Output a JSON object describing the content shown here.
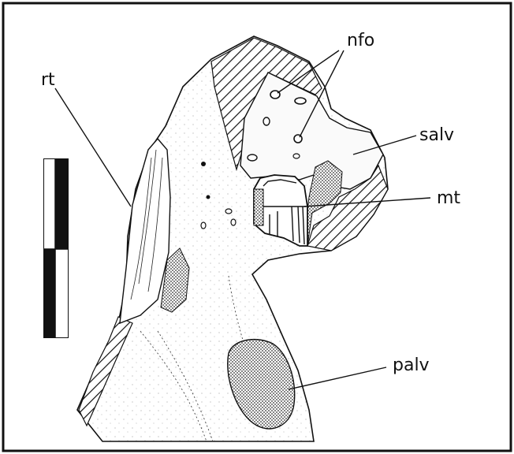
{
  "labels": {
    "rt": "rt",
    "nfo": "nfo",
    "salv": "salv",
    "mt": "mt",
    "palv": "palv"
  },
  "scale_bar": {
    "segments": 4
  },
  "colors": {
    "ink": "#111111",
    "background": "#ffffff",
    "fossil_fill": "#f7f7f7"
  }
}
